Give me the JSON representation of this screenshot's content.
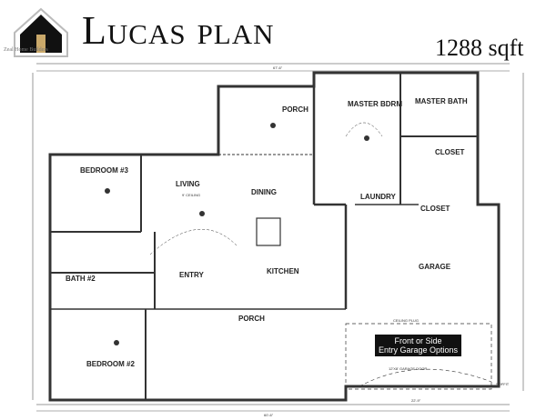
{
  "title": "Lucas plan",
  "area": "1288 sqft",
  "logo": {
    "brand": "Zeal Home Builders"
  },
  "rooms": {
    "porch_rear": "PORCH",
    "master_bdrm": "MASTER BDRM",
    "master_bath": "MASTER BATH",
    "closet": "CLOSET",
    "bedroom3": "BEDROOM #3",
    "living": "LIVING",
    "dining": "DINING",
    "laundry": "LAUNDRY",
    "bath2": "BATH #2",
    "entry": "ENTRY",
    "kitchen": "KITCHEN",
    "garage": "GARAGE",
    "porch_front": "PORCH",
    "bedroom2": "BEDROOM #2"
  },
  "notes": {
    "garage_options_line1": "Front or Side",
    "garage_options_line2": "Entry Garage Options",
    "garage_door": "12'X8' GARAGE DOOR",
    "ceiling_plug": "CEILING PLUG",
    "ceiling": "9' CEILING",
    "soffit": "SOFFIT"
  },
  "dimensions": {
    "overall_top": "67'-6\"",
    "overall_bottom": "60'-6\"",
    "garage_width": "22'-9\""
  }
}
